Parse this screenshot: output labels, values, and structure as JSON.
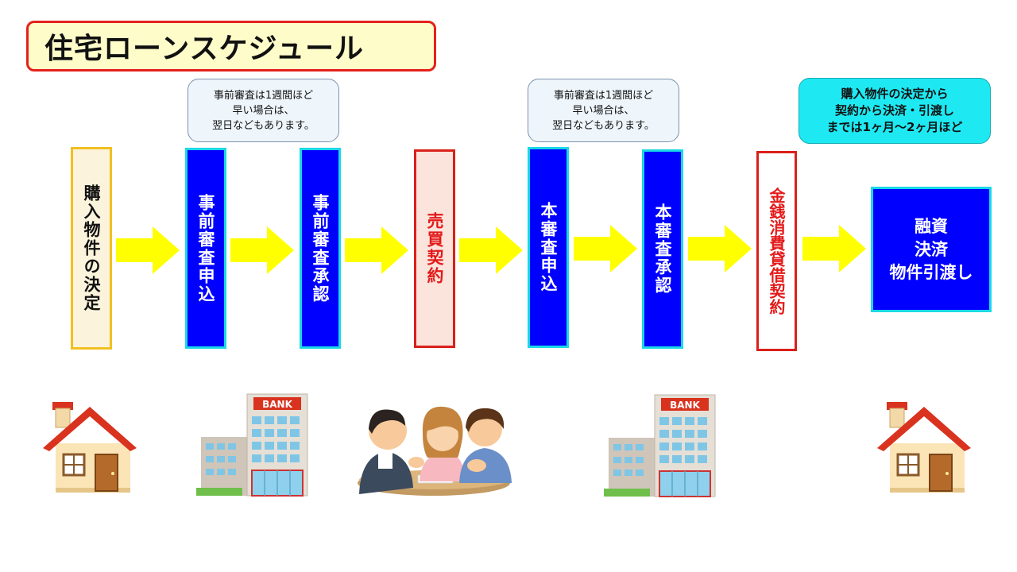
{
  "title": "住宅ローンスケジュール",
  "notes": [
    {
      "lines": [
        "事前審査は1週間ほど",
        "早い場合は、",
        "翌日などもあります。"
      ]
    },
    {
      "lines": [
        "事前審査は1週間ほど",
        "早い場合は、",
        "翌日などもあります。"
      ]
    },
    {
      "lines": [
        "購入物件の決定から",
        "契約から決済・引渡し",
        "までは1ヶ月～2ヶ月ほど"
      ]
    }
  ],
  "steps": [
    {
      "label": "購入物件の決定"
    },
    {
      "label": "事前審査申込"
    },
    {
      "label": "事前審査承認"
    },
    {
      "label": "売買契約"
    },
    {
      "label": "本審査申込"
    },
    {
      "label": "本審査承認"
    },
    {
      "label": "金銭消費貸借契約"
    }
  ],
  "final_step": {
    "lines": [
      "融資",
      "決済",
      "物件引渡し"
    ]
  },
  "illustrations": {
    "bank_sign": "BANK",
    "icons": [
      "house-icon",
      "bank-building-icon",
      "meeting-people-icon",
      "bank-building-icon",
      "house-icon"
    ]
  },
  "colors": {
    "step_blue": "#0000ff",
    "step_border_cyan": "#1ad8e6",
    "accent_red": "#e31a1a",
    "arrow_yellow": "#ffff00",
    "title_bg": "#fefcc9"
  }
}
